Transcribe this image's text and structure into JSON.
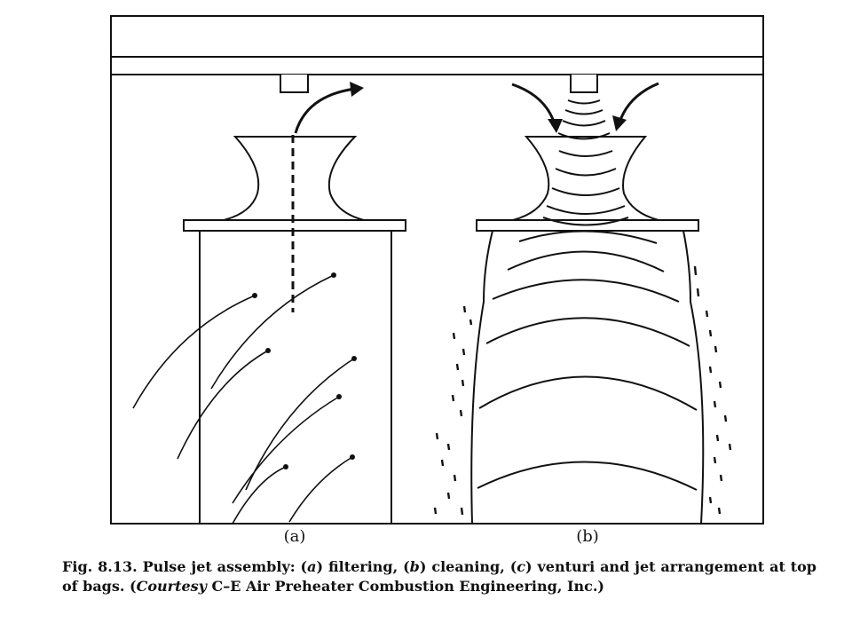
{
  "panels": {
    "a_label": "(a)",
    "b_label": "(b)"
  },
  "caption": {
    "number": "Fig. 8.13.",
    "text_1": " Pulse jet assembly: (",
    "a": "a",
    "text_2": ") filtering, (",
    "b": "b",
    "text_3": ") cleaning, (",
    "c": "c",
    "text_4": ") venturi and jet arrangement at top of bags. (",
    "courtesy": "Courtesy",
    "text_5": " C–E Air Preheater Combustion Engineering, Inc.)"
  },
  "colors": {
    "ink": "#111111",
    "paper": "#ffffff"
  }
}
